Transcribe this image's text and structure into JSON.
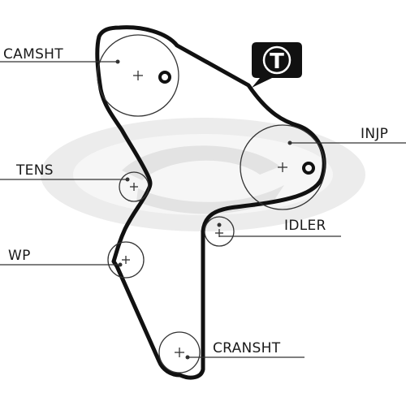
{
  "diagram": {
    "badge_letter": "T",
    "labels": {
      "camshaft": "CAMSHT",
      "injection_pump": "INJP",
      "tensioner": "TENS",
      "idler": "IDLER",
      "water_pump": "WP",
      "crankshaft": "CRANSHT"
    },
    "colors": {
      "belt": "#111111",
      "line": "#333333",
      "watermark": "#e6e6e6"
    }
  }
}
